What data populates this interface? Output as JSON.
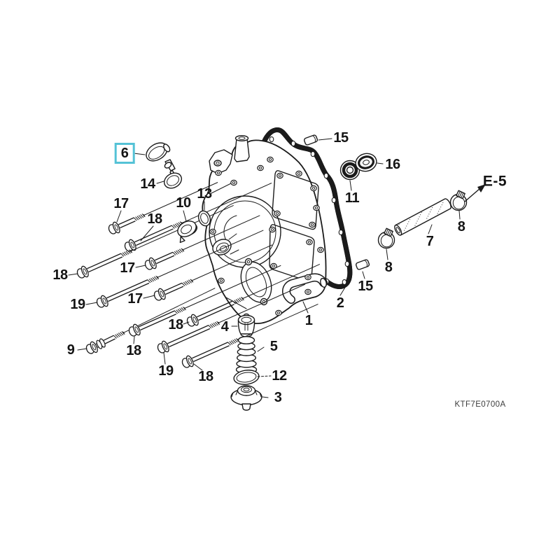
{
  "diagram": {
    "type": "exploded-parts-diagram",
    "code": "KTF7E0700A",
    "highlight_color": "#54c2d6",
    "line_color": "#1b1b1b",
    "background_color": "#ffffff",
    "highlighted_callout": "6",
    "cross_reference": "E-5"
  },
  "callouts": {
    "c6": "6",
    "c14": "14",
    "c10": "10",
    "c13": "13",
    "c15a": "15",
    "c16": "16",
    "c11": "11",
    "c7": "7",
    "c8a": "8",
    "c8b": "8",
    "c15b": "15",
    "c2": "2",
    "c1": "1",
    "c17a": "17",
    "c18a": "18",
    "c18b": "18",
    "c17b": "17",
    "c19a": "19",
    "c17c": "17",
    "c9": "9",
    "c18c": "18",
    "c18d": "18",
    "c19b": "19",
    "c18e": "18",
    "c4": "4",
    "c5": "5",
    "c12": "12",
    "c3": "3",
    "e5": "E-5"
  }
}
